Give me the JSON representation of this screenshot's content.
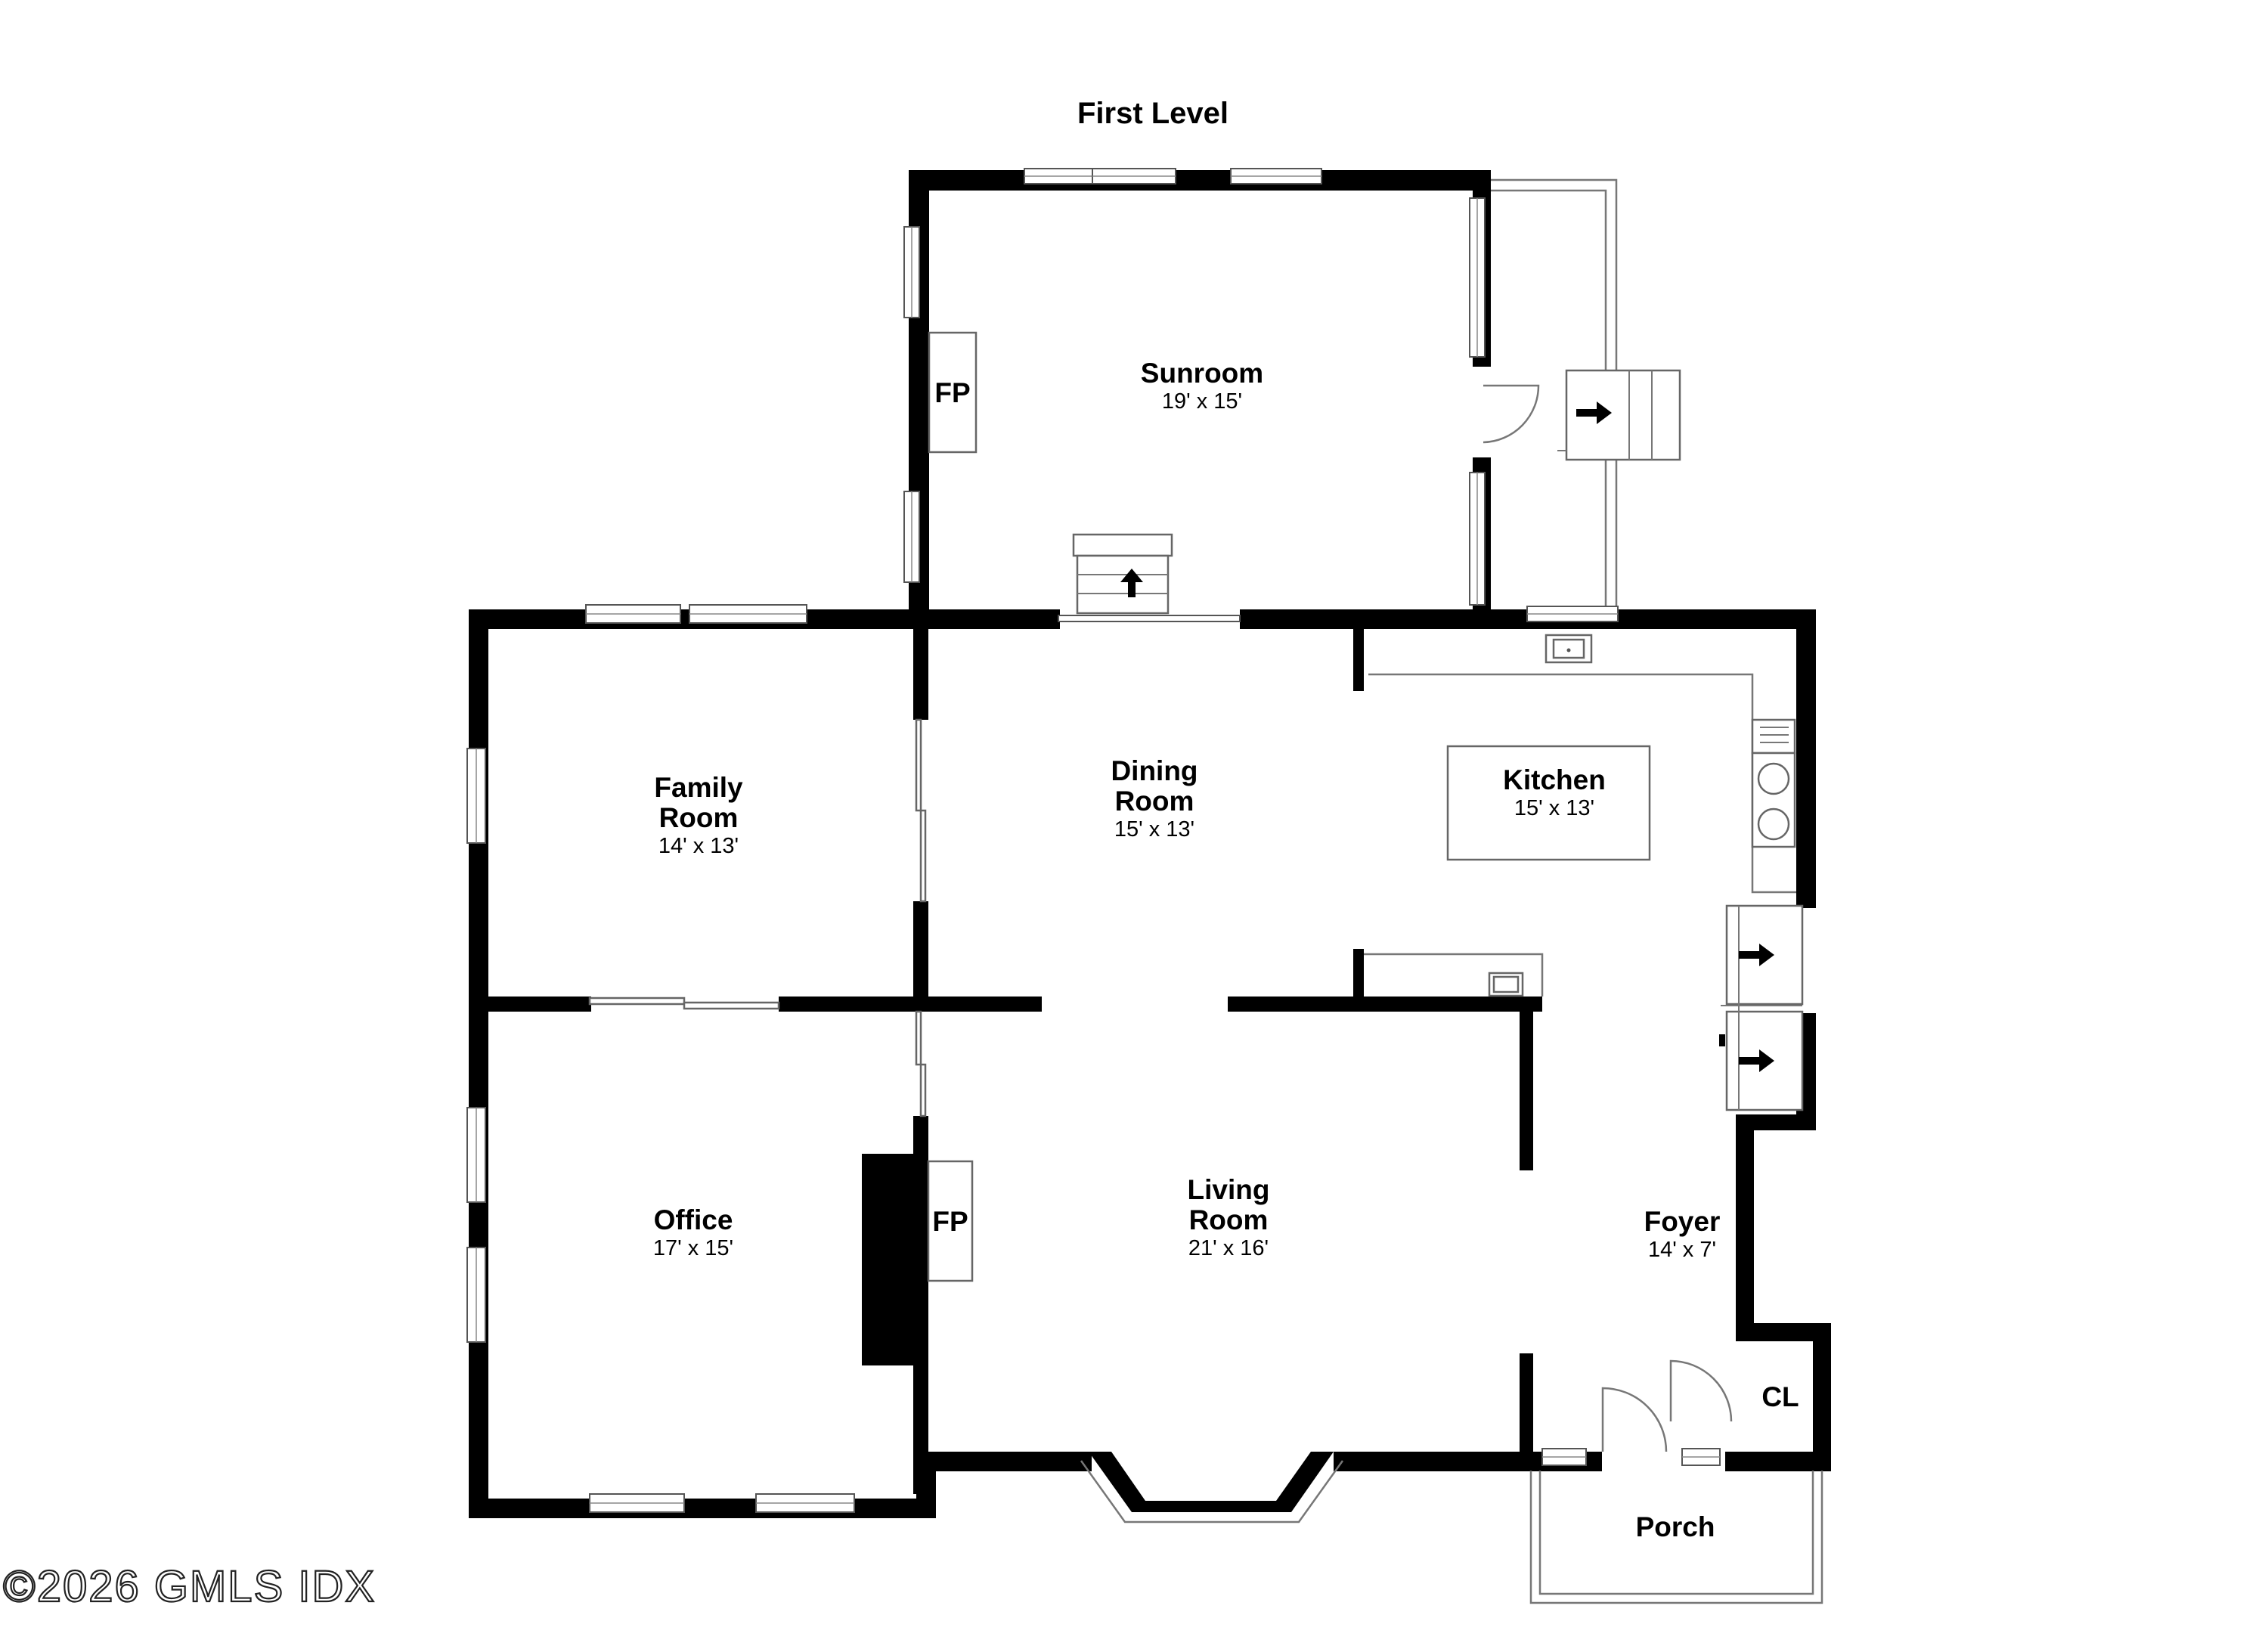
{
  "level_title": "First Level",
  "rooms": [
    {
      "id": "sunroom",
      "name": [
        "Sunroom"
      ],
      "dims": "19' x 15'"
    },
    {
      "id": "family-room",
      "name": [
        "Family",
        "Room"
      ],
      "dims": "14' x 13'"
    },
    {
      "id": "dining-room",
      "name": [
        "Dining",
        "Room"
      ],
      "dims": "15' x 13'"
    },
    {
      "id": "kitchen",
      "name": [
        "Kitchen"
      ],
      "dims": "15' x 13'"
    },
    {
      "id": "office",
      "name": [
        "Office"
      ],
      "dims": "17' x 15'"
    },
    {
      "id": "living-room",
      "name": [
        "Living",
        "Room"
      ],
      "dims": "21' x 16'"
    },
    {
      "id": "foyer",
      "name": [
        "Foyer"
      ],
      "dims": "14' x 7'"
    },
    {
      "id": "closet",
      "name": [
        "CL"
      ],
      "dims": ""
    },
    {
      "id": "porch",
      "name": [
        "Porch"
      ],
      "dims": ""
    }
  ],
  "fireplace_labels": [
    "FP",
    "FP"
  ],
  "watermark": "©2026 GMLS IDX",
  "colors": {
    "wall": "#000000",
    "background": "#ffffff"
  }
}
